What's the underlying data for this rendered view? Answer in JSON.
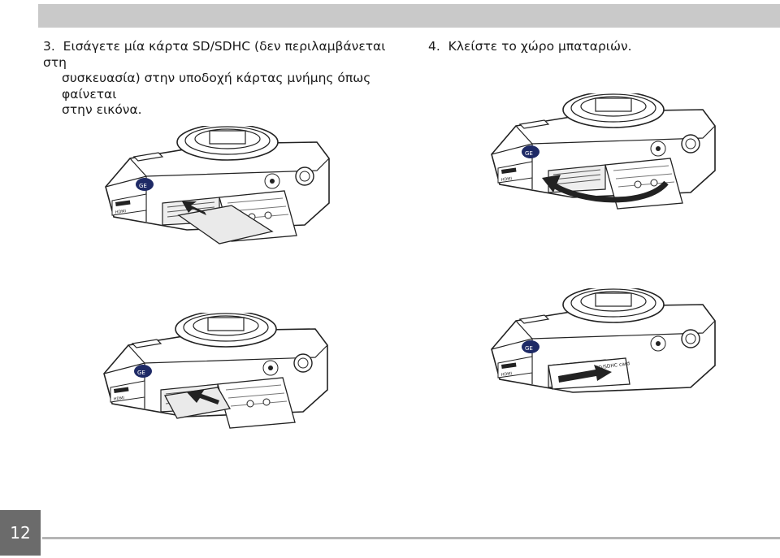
{
  "step3": {
    "number": "3.",
    "lines": [
      "Εισάγετε μία κάρτα SD/SDHC (δεν περιλαμβάνεται στη",
      "συσκευασία) στην υποδοχή κάρτας μνήμης όπως φαίνεται",
      "στην εικόνα."
    ]
  },
  "step4": {
    "number": "4.",
    "text": "Κλείστε το χώρο μπαταριών."
  },
  "illustrations": {
    "brand_mark": "GE",
    "port_label": "HDMI",
    "card_label": "SD/SDHC card"
  },
  "footer": {
    "page_number": "12"
  },
  "colors": {
    "top_bar": "#c9c9c9",
    "page_number_box": "#6b6b6b",
    "rule": "#b5b5b5"
  }
}
